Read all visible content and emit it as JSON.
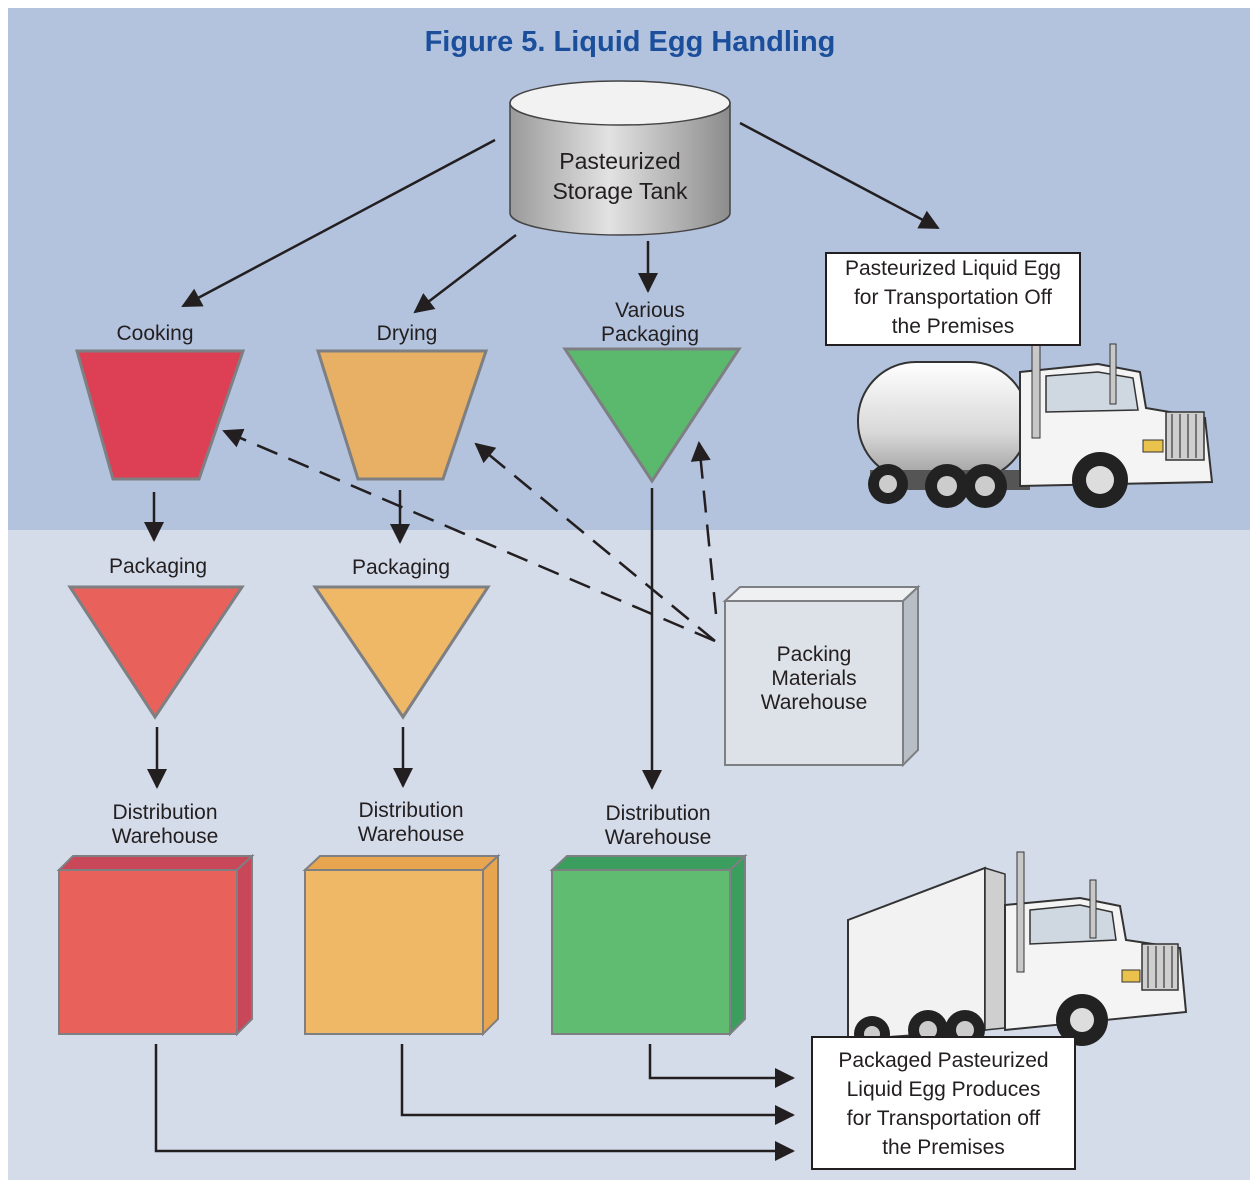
{
  "title": "Figure 5.  Liquid Egg Handling",
  "nodes": {
    "storage_tank": "Pasteurized\nStorage Tank",
    "cooking": "Cooking",
    "drying": "Drying",
    "various_packaging": "Various\nPackaging",
    "packaging_1": "Packaging",
    "packaging_2": "Packaging",
    "packing_materials": "Packing\nMaterials\nWarehouse",
    "distribution_1": "Distribution\nWarehouse",
    "distribution_2": "Distribution\nWarehouse",
    "distribution_3": "Distribution\nWarehouse",
    "tanker_label": "Pasteurized Liquid Egg\nfor Transportation Off\nthe Premises",
    "box_truck_label": "Packaged Pasteurized\nLiquid Egg Produces\nfor Transportation off\nthe Premises"
  },
  "colors": {
    "top_band": "#b3c3de",
    "bottom_band": "#d4dbe9",
    "title": "#1b4f9c",
    "cooking": "#dd3f55",
    "drying": "#e8b064",
    "various": "#5bb96e",
    "packaging_red": "#e8625b",
    "packaging_orange": "#efb866",
    "dist_red": "#e8625b",
    "dist_orange": "#efb866",
    "dist_green": "#5fbc70"
  }
}
